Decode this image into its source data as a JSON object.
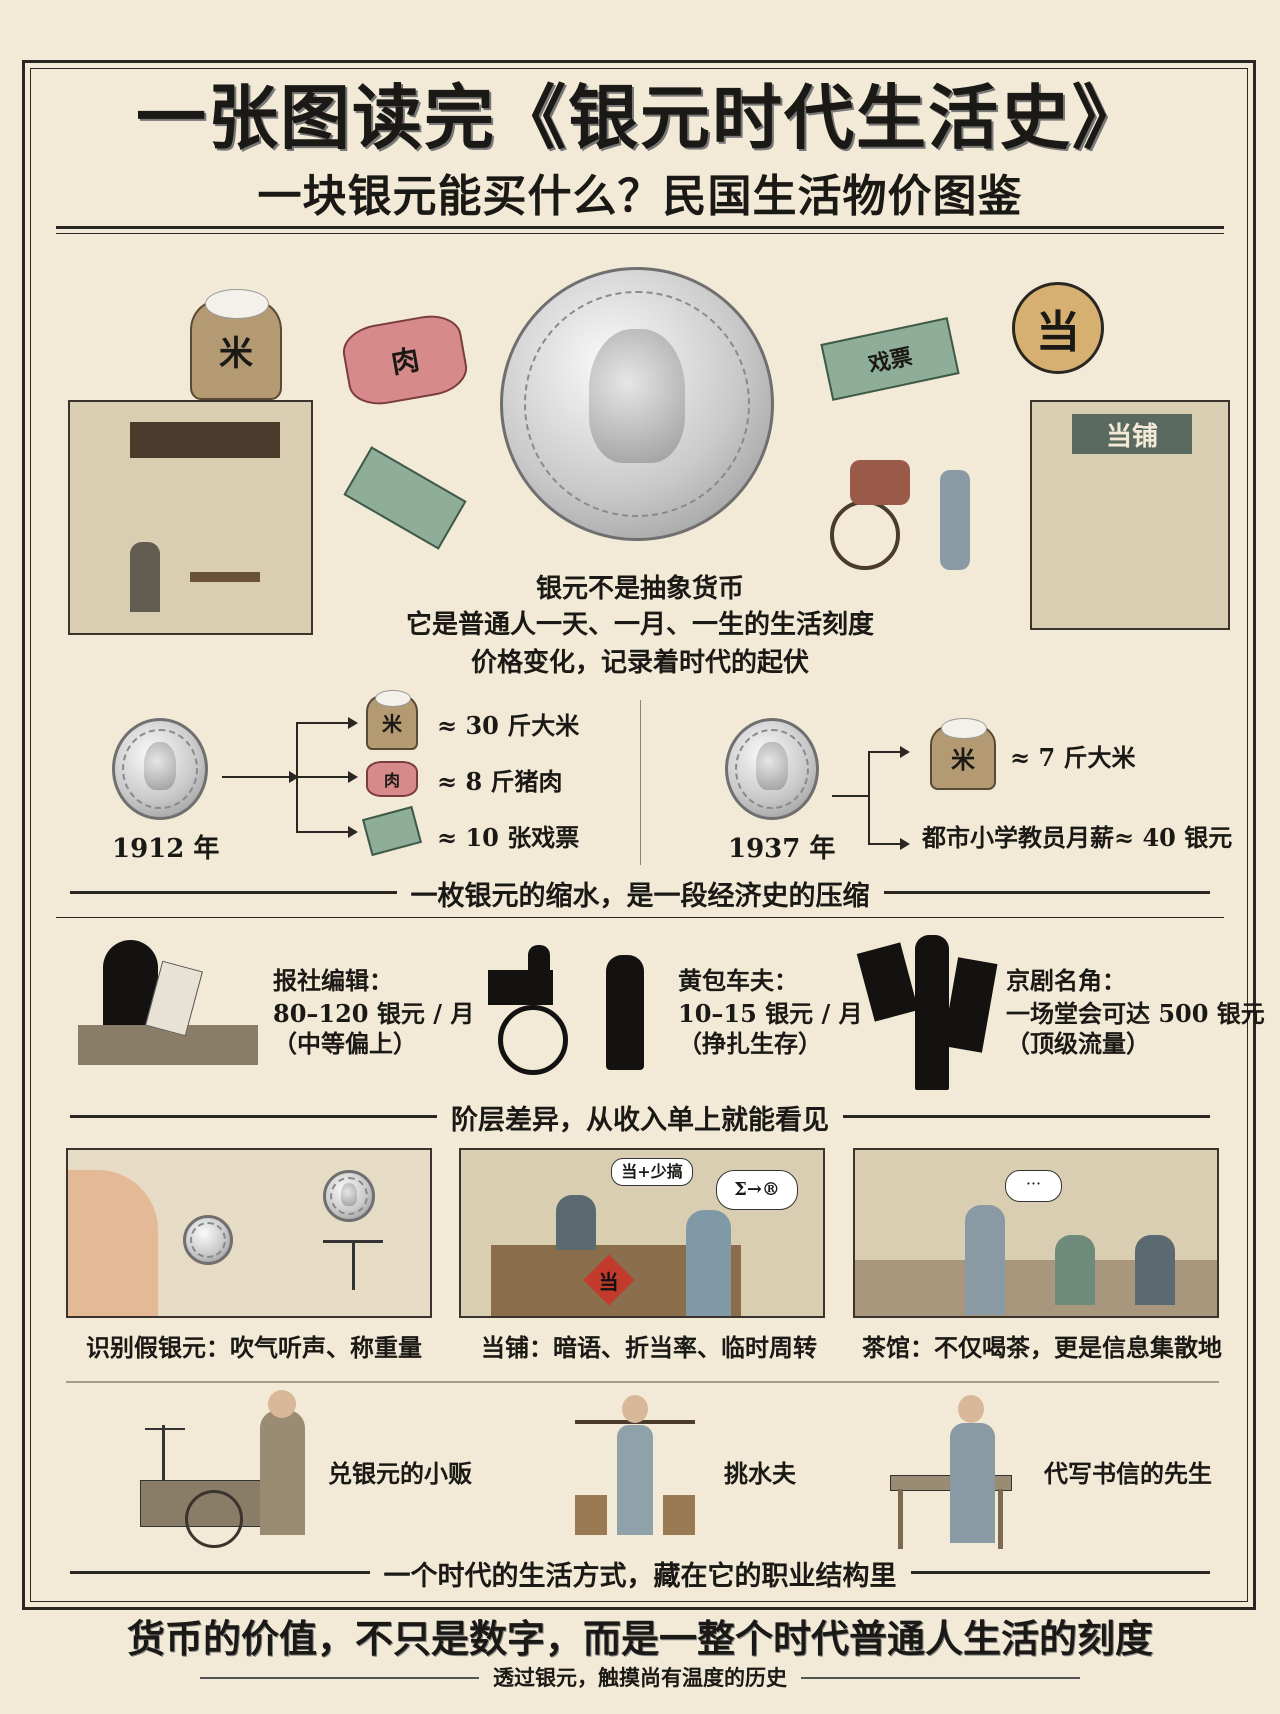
{
  "header": {
    "title": "一张图读完《银元时代生活史》",
    "subtitle": "一块银元能买什么？民国生活物价图鉴"
  },
  "illustrations": {
    "rice_label": "米",
    "meat_label": "肉",
    "ticket_label": "戏票",
    "pawn_sign": "当",
    "pawnshop_sign": "当铺"
  },
  "intro": {
    "lines": [
      "银元不是抽象货币",
      "它是普通人一天、一月、一生的生活刻度",
      "价格变化，记录着时代的起伏"
    ]
  },
  "comparison": {
    "y1912": {
      "year": "1912 年",
      "items": [
        {
          "icon": "rice-bag",
          "icon_label": "米",
          "text": "≈ 30 斤大米"
        },
        {
          "icon": "pork",
          "icon_label": "肉",
          "text": "≈ 8 斤猪肉"
        },
        {
          "icon": "opera-tickets",
          "text": "≈ 10 张戏票"
        }
      ]
    },
    "y1937": {
      "year": "1937 年",
      "items": [
        {
          "icon": "rice-bag",
          "icon_label": "米",
          "text": "≈ 7 斤大米"
        },
        {
          "text": "都市小学教员月薪≈ 40 银元"
        }
      ]
    },
    "caption": "一枚银元的缩水，是一段经济史的压缩"
  },
  "incomes": {
    "items": [
      {
        "role": "报社编辑：",
        "amount": "80–120 银元 / 月",
        "note": "（中等偏上）"
      },
      {
        "role": "黄包车夫：",
        "amount": "10–15 银元 / 月",
        "note": "（挣扎生存）"
      },
      {
        "role": "京剧名角：",
        "amount": "一场堂会可达 500 银元",
        "note": "（顶级流量）"
      }
    ],
    "caption": "阶层差异，从收入单上就能看见"
  },
  "panels": [
    {
      "caption": "识别假银元：吹气听声、称重量"
    },
    {
      "caption": "当铺：暗语、折当率、临时周转",
      "bubble": "当+少搞",
      "bubble2": "Σ→®",
      "sign": "当"
    },
    {
      "caption": "茶馆：不仅喝茶，更是信息集散地"
    }
  ],
  "trades": {
    "items": [
      "兑银元的小贩",
      "挑水夫",
      "代写书信的先生"
    ],
    "caption": "一个时代的生活方式，藏在它的职业结构里"
  },
  "footer": {
    "headline": "货币的价值，不只是数字，而是一整个时代普通人生活的刻度",
    "tagline": "透过银元，触摸尚有温度的历史"
  },
  "colors": {
    "paper": "#f2ead6",
    "ink": "#1b1916",
    "silver": "#c9c9c9",
    "rice_bag": "#b49a72",
    "meat": "#d78a8a",
    "ticket": "#8fae9a"
  }
}
